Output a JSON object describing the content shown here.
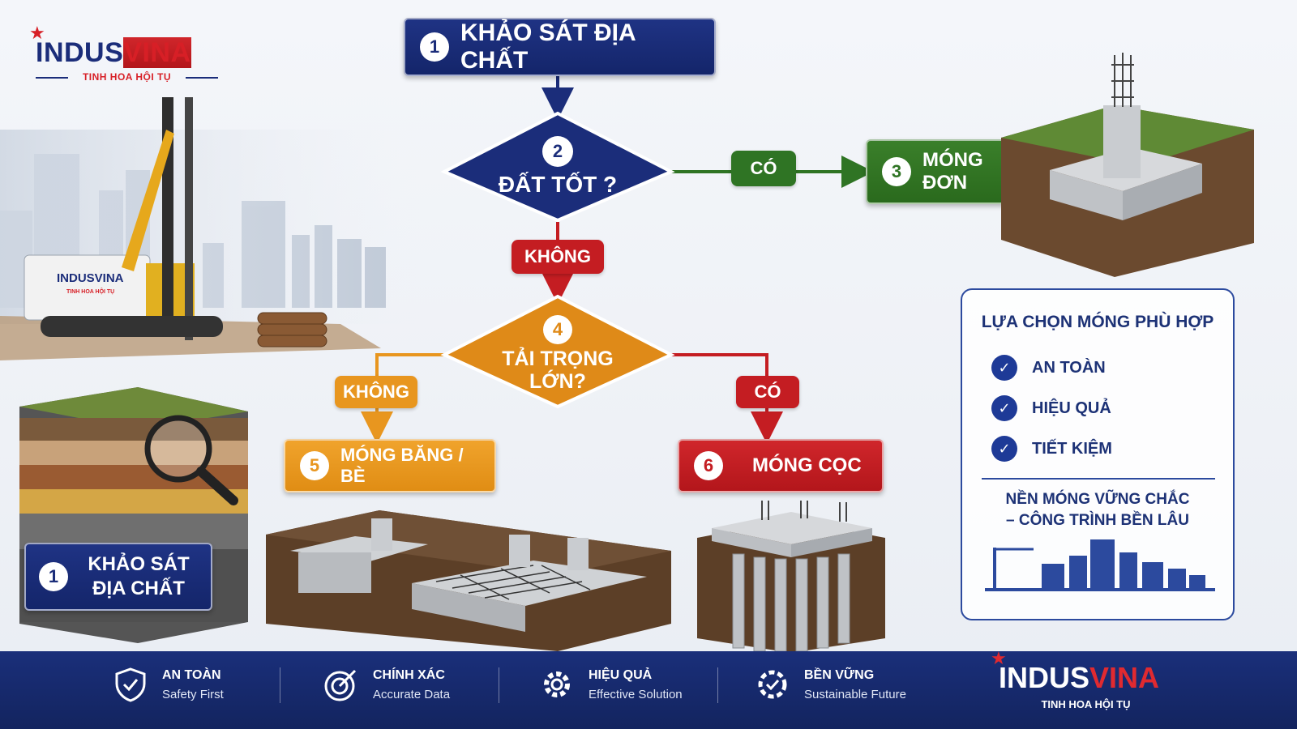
{
  "logo": {
    "word_a": "INDUS",
    "word_b": "VINA",
    "tagline": "TINH HOA HỘI TỤ"
  },
  "machine_logo": {
    "word": "INDUSVINA",
    "tagline": "TINH HOA HỘI TỤ"
  },
  "flow": {
    "step1": {
      "num": "1",
      "label": "KHẢO SÁT ĐỊA CHẤT"
    },
    "step2": {
      "num": "2",
      "label": "ĐẤT TỐT ?"
    },
    "step3": {
      "num": "3",
      "label": "MÓNG ĐƠN"
    },
    "step4": {
      "num": "4",
      "label_line1": "TẢI TRỌNG",
      "label_line2": "LỚN?"
    },
    "step5": {
      "num": "5",
      "label": "MÓNG BĂNG / BÈ"
    },
    "step6": {
      "num": "6",
      "label": "MÓNG CỌC"
    },
    "tag_yes_1": "CÓ",
    "tag_no_1": "KHÔNG",
    "tag_no_2": "KHÔNG",
    "tag_yes_2": "CÓ"
  },
  "survey_card": {
    "num": "1",
    "line1": "KHẢO SÁT",
    "line2": "ĐỊA CHẤT"
  },
  "panel": {
    "title": "LỰA CHỌN MÓNG PHÙ HỢP",
    "items": [
      "AN TOÀN",
      "HIỆU QUẢ",
      "TIẾT KIỆM"
    ],
    "slogan_line1": "NỀN MÓNG VỮNG CHẮC",
    "slogan_line2": "– CÔNG TRÌNH BỀN LÂU"
  },
  "footer": {
    "features": [
      {
        "title": "AN TOÀN",
        "sub": "Safety First",
        "icon": "shield-check-icon"
      },
      {
        "title": "CHÍNH XÁC",
        "sub": "Accurate Data",
        "icon": "target-icon"
      },
      {
        "title": "HIỆU QUẢ",
        "sub": "Effective Solution",
        "icon": "gear-icon"
      },
      {
        "title": "BỀN VỮNG",
        "sub": "Sustainable Future",
        "icon": "gear-check-icon"
      }
    ],
    "logo_a": "INDUS",
    "logo_b": "VINA",
    "tagline": "TINH HOA HỘI TỤ"
  },
  "colors": {
    "navy": "#1b2d7a",
    "green": "#2f7424",
    "orange": "#e8961f",
    "red": "#c41d22"
  }
}
